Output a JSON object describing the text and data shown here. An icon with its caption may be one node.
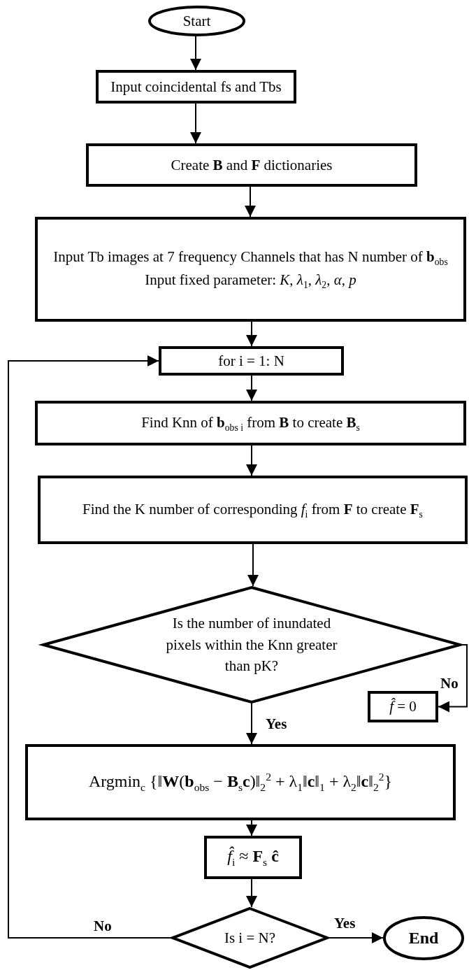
{
  "diagram": {
    "nodes": [
      {
        "text": [
          "Start"
        ]
      },
      {
        "text": [
          "Input coincidental fs and Tbs"
        ]
      },
      {
        "text": [
          "Create **B** and **F** dictionaries"
        ]
      },
      {
        "text": [
          "Input Tb images at 7 frequency Channels that has N number of **b**$_{obs}$",
          "Input fixed parameter: *K*, *λ*$_{1}$, *λ*$_{2}$, *α*, *p*"
        ]
      },
      {
        "text": [
          "for i = 1: N"
        ]
      },
      {
        "text": [
          "Find Knn of **b**$_{obs i}$ from **B** to create **B**$_{s}$"
        ]
      },
      {
        "text": [
          "Find the K number of corresponding *f*$_{i}$ from **F** to create **F**$_{s}$"
        ]
      },
      {
        "text": [
          "Is the number of inundated pixels within the Knn greater than pK?"
        ]
      },
      {
        "text": [
          "*f̂* = 0"
        ]
      },
      {
        "text": [
          "Argmin$_{c}$ {‖**W**(**b**$_{obs}$ − **B**$_{s}$**c**)‖$_{2}$$^{2}$ + λ$_{1}$‖**c**‖$_{1}$ + λ$_{2}$‖**c**‖$_{2}$$^{2}$}"
        ]
      },
      {
        "text": [
          "*f̂*$_{i}$ ≈ **F**$_{s}$ **ĉ**"
        ]
      },
      {
        "text": [
          "Is i = N?"
        ]
      },
      {
        "text": [
          "End"
        ]
      }
    ],
    "edges": [
      {
        "from": 0,
        "to": 1,
        "arrow": "to"
      },
      {
        "from": 1,
        "to": 2,
        "arrow": "to"
      },
      {
        "from": 2,
        "to": 3,
        "arrow": "to"
      },
      {
        "from": 3,
        "to": 4,
        "arrow": "to"
      },
      {
        "from": 4,
        "to": 5,
        "arrow": "to"
      },
      {
        "from": 5,
        "to": 6,
        "arrow": "to"
      },
      {
        "from": 6,
        "to": 7,
        "arrow": "to"
      },
      {
        "from": 7,
        "to": 8,
        "arrow": "to",
        "label": "No"
      },
      {
        "from": 7,
        "to": 9,
        "arrow": "to",
        "label": "Yes"
      },
      {
        "from": 9,
        "to": 10,
        "arrow": "to"
      },
      {
        "from": 10,
        "to": 11,
        "arrow": "to"
      },
      {
        "from": 11,
        "to": 4,
        "arrow": "to",
        "label": "No"
      },
      {
        "from": 11,
        "to": 12,
        "arrow": "to",
        "label": "Yes"
      }
    ]
  }
}
